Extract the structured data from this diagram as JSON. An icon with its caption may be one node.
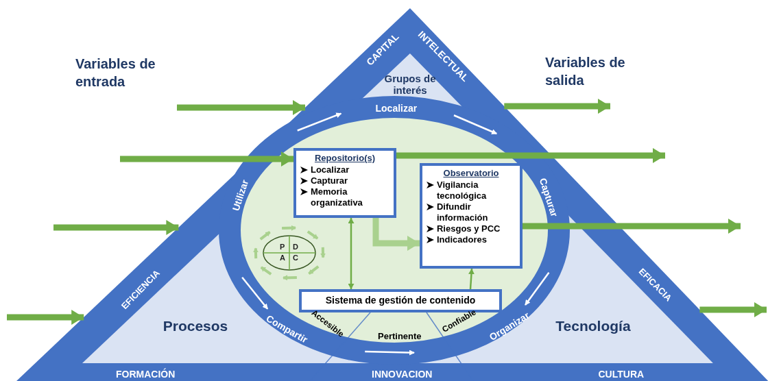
{
  "diagram": {
    "nodes": [
      {
        "text": [],
        "shape": "triangle"
      },
      {
        "text": [
          "Grupos de interés"
        ],
        "in": 0
      },
      {
        "text": [
          "Procesos"
        ],
        "in": 0
      },
      {
        "text": [
          "Tecnología"
        ],
        "in": 0
      },
      {
        "text": [],
        "shape": "circle",
        "in": 0
      },
      {
        "text": [
          "Repositorio(s)",
          "Localizar",
          "Capturar",
          "Memoria organizativa"
        ],
        "in": 4
      },
      {
        "text": [
          "Observatorio",
          "Vigilancia tecnológica",
          "Difundir información",
          "Riesgos y PCC",
          "Indicadores"
        ],
        "in": 4
      },
      {
        "text": [
          "P",
          "D",
          "A",
          "C"
        ],
        "in": 4
      },
      {
        "text": [
          "Sistema de gestión de contenido"
        ],
        "in": 4
      }
    ],
    "edges": [
      {
        "from": null,
        "to": 0,
        "arrow": "to"
      },
      {
        "from": null,
        "to": 5,
        "arrow": "to"
      },
      {
        "from": null,
        "to": 0,
        "arrow": "to"
      },
      {
        "from": null,
        "to": 0,
        "arrow": "to"
      },
      {
        "from": 0,
        "to": null,
        "arrow": "to"
      },
      {
        "from": 5,
        "to": null,
        "arrow": "to"
      },
      {
        "from": 6,
        "to": null,
        "arrow": "to"
      },
      {
        "from": 0,
        "to": null,
        "arrow": "to"
      },
      {
        "from": 5,
        "to": 6,
        "arrow": "to"
      },
      {
        "from": 8,
        "to": 5,
        "arrow": "both"
      },
      {
        "from": 8,
        "to": 6,
        "arrow": "to"
      }
    ],
    "labels": [
      "Variables de entrada",
      "Variables de salida",
      "CAPITAL",
      "INTELECTUAL",
      "Localizar",
      "Utilizar",
      "Capturar",
      "EFICIENCIA",
      "EFICACIA",
      "Compartir",
      "Accesible",
      "Pertinente",
      "Confiable",
      "Organizar",
      "FORMACIÓN",
      "INNOVACION",
      "CULTURA"
    ]
  }
}
